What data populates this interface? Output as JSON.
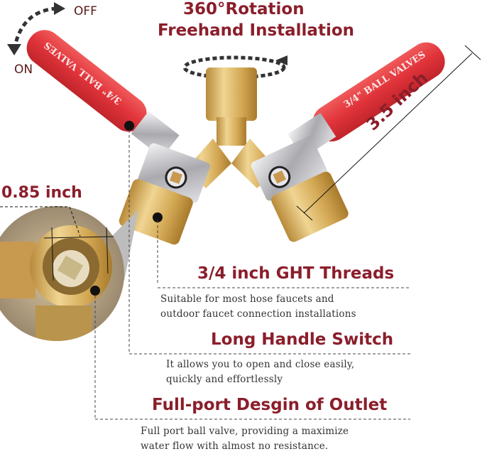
{
  "header": {
    "line1": "360°Rotation",
    "line2": "Freehand Installation"
  },
  "switch_labels": {
    "off": "OFF",
    "on": "ON"
  },
  "handles": {
    "left_text": "3/4\" BALL VALVES",
    "right_text": "3/4\" BALL VALVES"
  },
  "dimensions": {
    "handle_length": "3.5 inch",
    "port_diameter": "0.85 inch"
  },
  "features": [
    {
      "title": "3/4 inch GHT Threads",
      "desc_line1": "Suitable for most hose faucets and",
      "desc_line2": "outdoor faucet connection installations"
    },
    {
      "title": "Long Handle Switch",
      "desc_line1": "It allows you to open and close easily,",
      "desc_line2": "quickly and effortlessly"
    },
    {
      "title": "Full-port Desgin of Outlet",
      "desc_line1": "Full port ball valve, providing a maximize",
      "desc_line2": "water flow with almost no resistance."
    }
  ],
  "colors": {
    "title_red": "#8b1e2b",
    "handle_red": "#e0333a",
    "brass": "#d9b266",
    "chrome": "#c8c8cc"
  }
}
